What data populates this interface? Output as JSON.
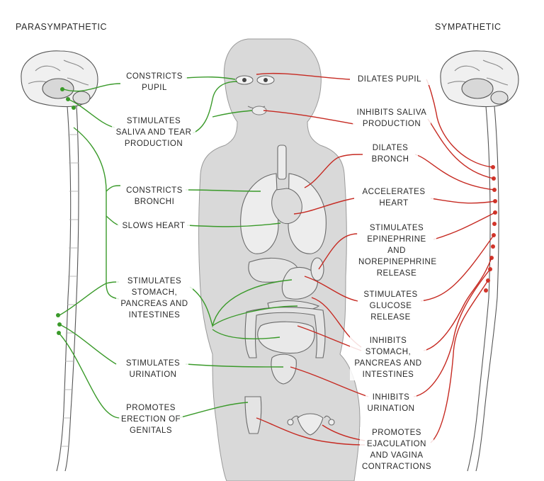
{
  "headers": {
    "left": "PARASYMPATHETIC",
    "right": "SYMPATHETIC"
  },
  "parasympathetic": [
    "CONSTRICTS\nPUPIL",
    "STIMULATES\nSALIVA AND TEAR\nPRODUCTION",
    "CONSTRICTS\nBRONCHI",
    "SLOWS HEART",
    "STIMULATES\nSTOMACH,\nPANCREAS AND\nINTESTINES",
    "STIMULATES\nURINATION",
    "PROMOTES\nERECTION OF\nGENITALS"
  ],
  "sympathetic": [
    "DILATES PUPIL",
    "INHIBITS SALIVA\nPRODUCTION",
    "DILATES\nBRONCH",
    "ACCELERATES\nHEART",
    "STIMULATES\nEPINEPHRINE\nAND\nNOREPINEPHRINE\nRELEASE",
    "STIMULATES\nGLUCOSE\nRELEASE",
    "INHIBITS\nSTOMACH,\nPANCREAS AND\nINTESTINES",
    "INHIBITS\nURINATION",
    "PROMOTES\nEJACULATION\nAND VAGINA\nCONTRACTIONS"
  ],
  "colors": {
    "parasympathetic_line": "#3a9a2a",
    "sympathetic_line": "#c62a22",
    "body_fill": "#d6d6d6",
    "organ_fill": "#e8e8e8",
    "outline": "#555555"
  }
}
